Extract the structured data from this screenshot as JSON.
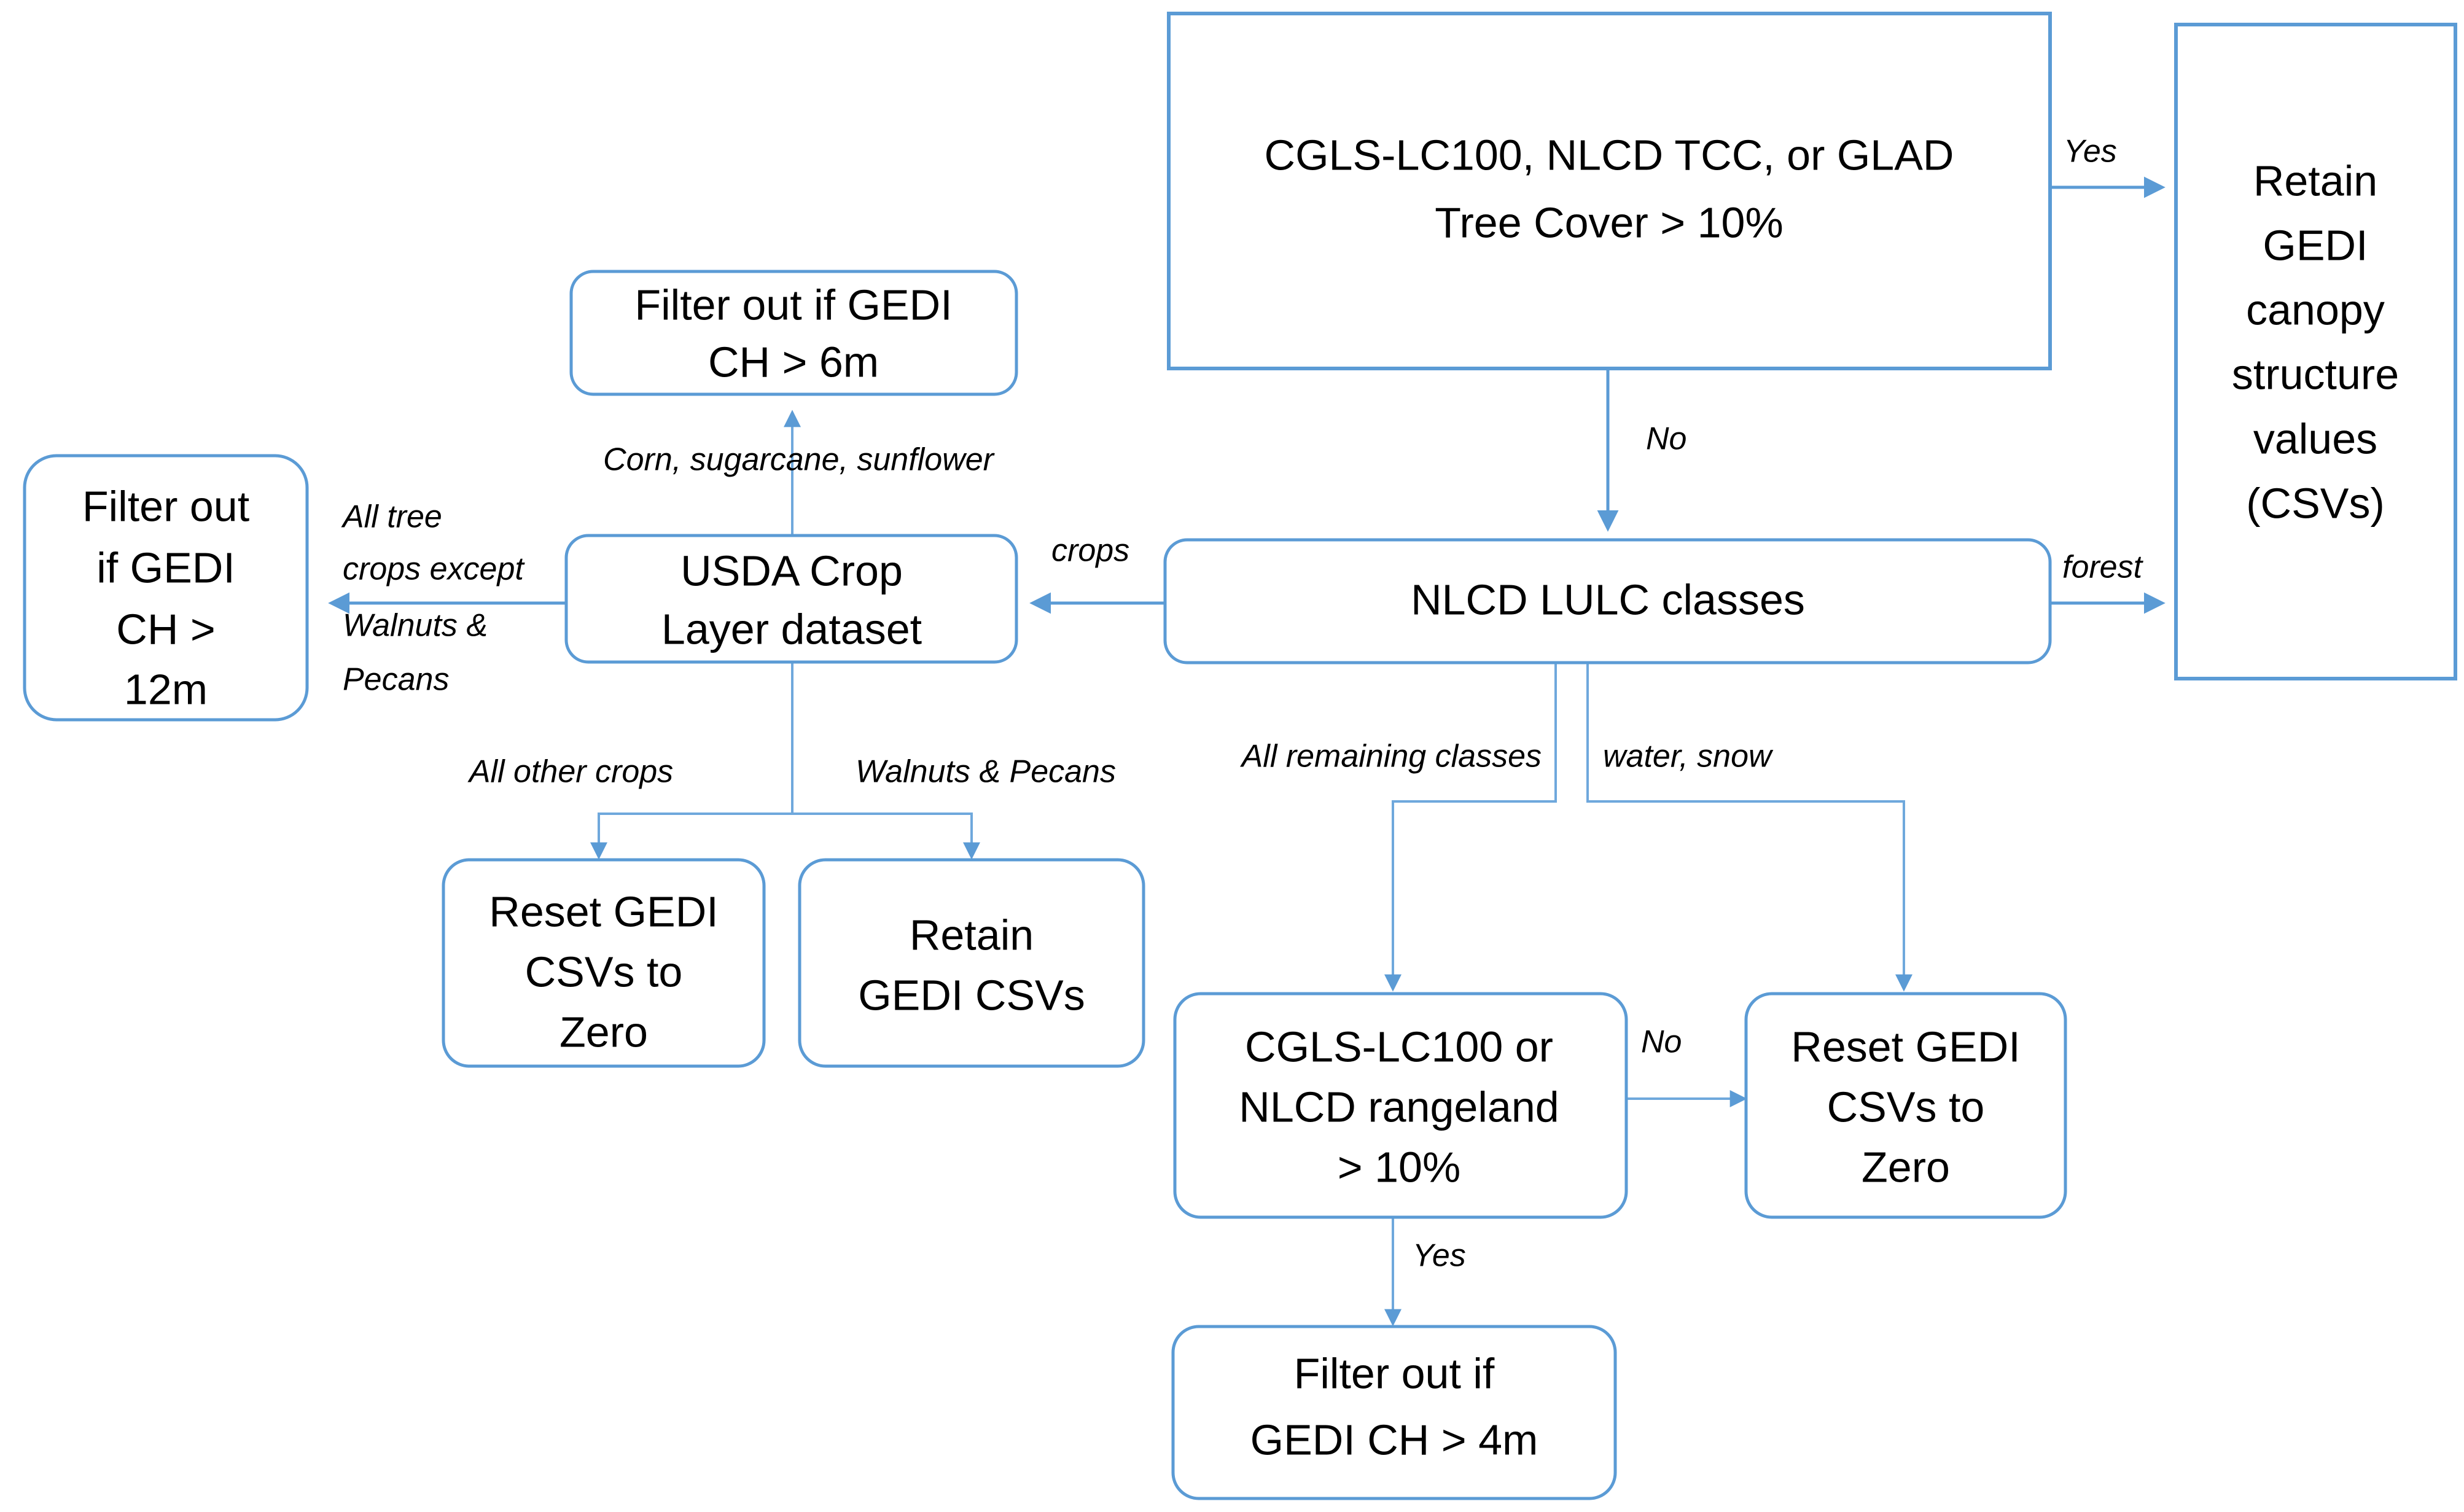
{
  "diagram": {
    "title": "GEDI canopy structure filtering decision flowchart",
    "accent_color": "#5B9BD5",
    "text_color": "#000000",
    "background_color": "#FFFFFF"
  },
  "nodes": {
    "tree_cover_test": {
      "shape": "rectangle",
      "lines": [
        "CGLS-LC100, NLCD TCC, or GLAD",
        "Tree Cover > 10%"
      ]
    },
    "retain_csv": {
      "shape": "rectangle",
      "lines": [
        "Retain",
        "GEDI",
        "canopy",
        "structure",
        "values",
        "(CSVs)"
      ]
    },
    "nlcd_lulc": {
      "shape": "rounded-rectangle",
      "lines": [
        "NLCD LULC classes"
      ]
    },
    "usda_crop": {
      "shape": "rounded-rectangle",
      "lines": [
        "USDA Crop",
        "Layer dataset"
      ]
    },
    "filter_6m": {
      "shape": "rounded-rectangle",
      "lines": [
        "Filter out if GEDI",
        "CH > 6m"
      ]
    },
    "filter_12m": {
      "shape": "rounded-rectangle",
      "lines": [
        "Filter out",
        "if GEDI",
        "CH >",
        "12m"
      ]
    },
    "reset_zero_left": {
      "shape": "rounded-rectangle",
      "lines": [
        "Reset GEDI",
        "CSVs to",
        "Zero"
      ]
    },
    "retain_gedi_csvs": {
      "shape": "rounded-rectangle",
      "lines": [
        "Retain",
        "GEDI CSVs"
      ]
    },
    "rangeland_test": {
      "shape": "rounded-rectangle",
      "lines": [
        "CGLS-LC100 or",
        "NLCD rangeland",
        "> 10%"
      ]
    },
    "reset_zero_right": {
      "shape": "rounded-rectangle",
      "lines": [
        "Reset GEDI",
        "CSVs to",
        "Zero"
      ]
    },
    "filter_4m": {
      "shape": "rounded-rectangle",
      "lines": [
        "Filter out  if",
        "GEDI CH > 4m"
      ]
    }
  },
  "edges": {
    "tree_cover_yes": {
      "label": "Yes",
      "from": "tree_cover_test",
      "to": "retain_csv"
    },
    "tree_cover_no": {
      "label": "No",
      "from": "tree_cover_test",
      "to": "nlcd_lulc"
    },
    "nlcd_forest": {
      "label": "forest",
      "from": "nlcd_lulc",
      "to": "retain_csv"
    },
    "nlcd_crops": {
      "label": "crops",
      "from": "nlcd_lulc",
      "to": "usda_crop"
    },
    "usda_corn": {
      "label": "Corn, sugarcane, sunflower",
      "from": "usda_crop",
      "to": "filter_6m"
    },
    "usda_tree_crops_l1": {
      "label": "All tree",
      "from": "usda_crop",
      "to": "filter_12m"
    },
    "usda_tree_crops_l2": {
      "label": "crops except",
      "from": "usda_crop",
      "to": "filter_12m"
    },
    "usda_tree_crops_l3": {
      "label": "Walnuts &",
      "from": "usda_crop",
      "to": "filter_12m"
    },
    "usda_tree_crops_l4": {
      "label": "Pecans",
      "from": "usda_crop",
      "to": "filter_12m"
    },
    "usda_other_crops": {
      "label": "All other crops",
      "from": "usda_crop",
      "to": "reset_zero_left"
    },
    "usda_walnuts_pecans": {
      "label": "Walnuts & Pecans",
      "from": "usda_crop",
      "to": "retain_gedi_csvs"
    },
    "nlcd_remaining": {
      "label": "All remaining classes",
      "from": "nlcd_lulc",
      "to": "rangeland_test"
    },
    "nlcd_water_snow": {
      "label": "water, snow",
      "from": "nlcd_lulc",
      "to": "reset_zero_right"
    },
    "rangeland_no": {
      "label": "No",
      "from": "rangeland_test",
      "to": "reset_zero_right"
    },
    "rangeland_yes": {
      "label": "Yes",
      "from": "rangeland_test",
      "to": "filter_4m"
    }
  }
}
